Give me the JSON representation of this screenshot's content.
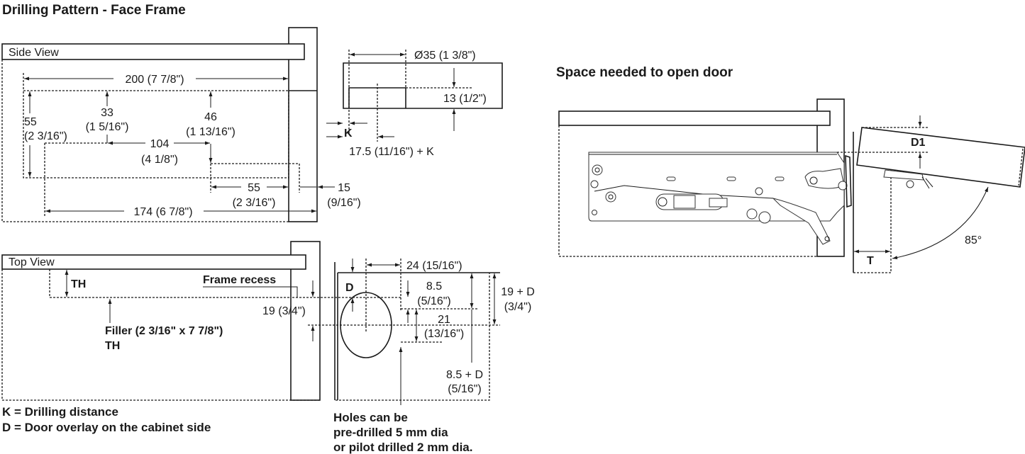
{
  "title": "Drilling Pattern - Face Frame",
  "side_view": {
    "label": "Side View",
    "dim_200": "200 (7 7/8\")",
    "dim_55_v": "55",
    "dim_55_v_in": "(2 3/16\")",
    "dim_33": "33",
    "dim_33_in": "(1 5/16\")",
    "dim_46": "46",
    "dim_46_in": "(1 13/16\")",
    "dim_104": "104",
    "dim_104_in": "(4 1/8\")",
    "dim_55_h": "55",
    "dim_55_h_in": "(2 3/16\")",
    "dim_15": "15",
    "dim_15_in": "(9/16\")",
    "dim_174": "174 (6 7/8\")"
  },
  "cup_detail": {
    "dim_35": "Ø35 (1 3/8\")",
    "dim_13": "13 (1/2\")",
    "k": "K",
    "dim_175": "17.5 (11/16\") + K"
  },
  "top_view": {
    "label": "Top View",
    "th": "TH",
    "frame_recess": "Frame recess",
    "dim_19": "19 (3/4\")",
    "filler": "Filler (2 3/16\" x 7 7/8\")",
    "filler_th": "TH"
  },
  "hole_detail": {
    "d": "D",
    "dim_24": "24 (15/16\")",
    "dim_85": "8.5",
    "dim_85_in": "(5/16\")",
    "dim_21": "21",
    "dim_21_in": "(13/16\")",
    "dim_19d": "19 + D",
    "dim_19d_in": "(3/4\")",
    "dim_85d": "8.5 + D",
    "dim_85d_in": "(5/16\")",
    "note": [
      "Holes can be",
      "pre-drilled 5 mm dia",
      "or pilot drilled 2 mm dia."
    ]
  },
  "legend": [
    "K = Drilling distance",
    "D = Door overlay on the cabinet side"
  ],
  "open_door": {
    "title": "Space needed to open door",
    "d1": "D1",
    "t": "T",
    "angle": "85°"
  }
}
